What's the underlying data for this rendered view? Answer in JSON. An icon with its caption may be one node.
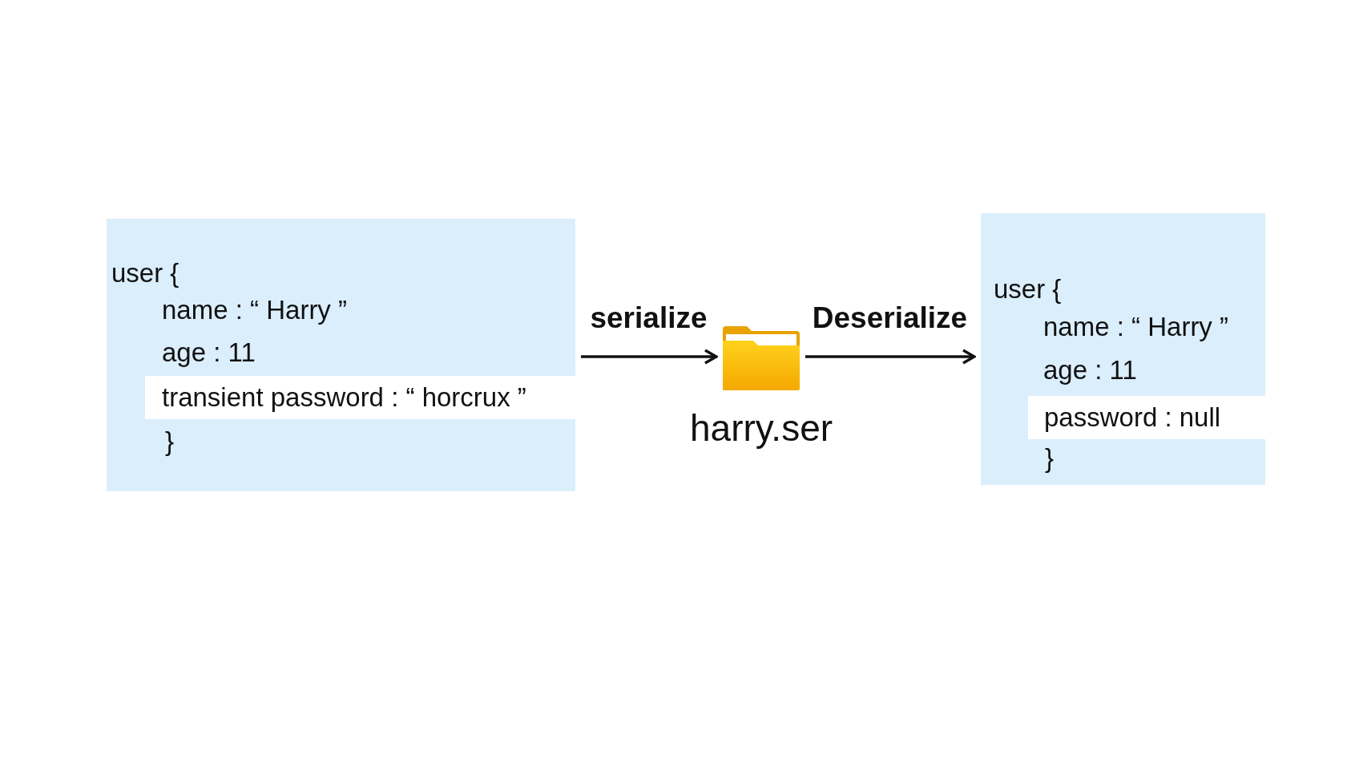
{
  "diagram": {
    "nodes": [
      {
        "text": [
          "user {",
          "name : “ Harry ”",
          "age : 11",
          "}"
        ]
      },
      {
        "text": [
          "transient password : “ horcrux ”"
        ],
        "in": 0
      },
      {
        "text": [],
        "shape": "folder",
        "beside": [
          "harry.ser"
        ]
      },
      {
        "text": [
          "user {",
          "name : “ Harry ”",
          "age : 11",
          "}"
        ]
      },
      {
        "text": [
          "password : null"
        ],
        "in": 3
      }
    ],
    "edges": [
      {
        "from": 0,
        "to": 2,
        "arrow": "to",
        "label": "serialize"
      },
      {
        "from": 2,
        "to": 3,
        "arrow": "to",
        "label": "Deserialize"
      }
    ]
  }
}
